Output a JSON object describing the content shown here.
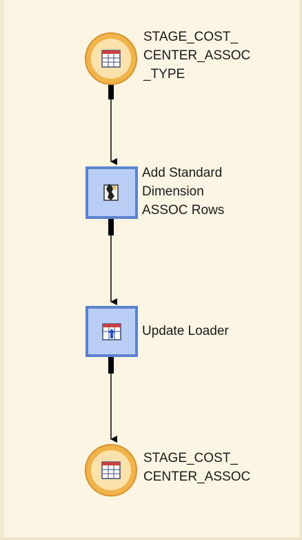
{
  "diagram": {
    "nodes": [
      {
        "id": "n1",
        "type": "table",
        "icon": "table-icon",
        "label": "STAGE_COST_\nCENTER_ASSOC\n_TYPE"
      },
      {
        "id": "n2",
        "type": "transform",
        "icon": "wizard-transform-icon",
        "label": "Add Standard\nDimension\nASSOC Rows"
      },
      {
        "id": "n3",
        "type": "transform",
        "icon": "table-loader-icon",
        "label": "Update Loader"
      },
      {
        "id": "n4",
        "type": "table",
        "icon": "table-icon",
        "label": "STAGE_COST_\nCENTER_ASSOC"
      }
    ],
    "edges": [
      {
        "from": "n1",
        "to": "n2"
      },
      {
        "from": "n2",
        "to": "n3"
      },
      {
        "from": "n3",
        "to": "n4"
      }
    ]
  },
  "colors": {
    "canvas": "#fdf5e3",
    "table_node_ring": "#f0b44a",
    "transform_node_fill": "#b8cef2",
    "transform_node_border": "#5a82cf",
    "connector": "#000000"
  }
}
